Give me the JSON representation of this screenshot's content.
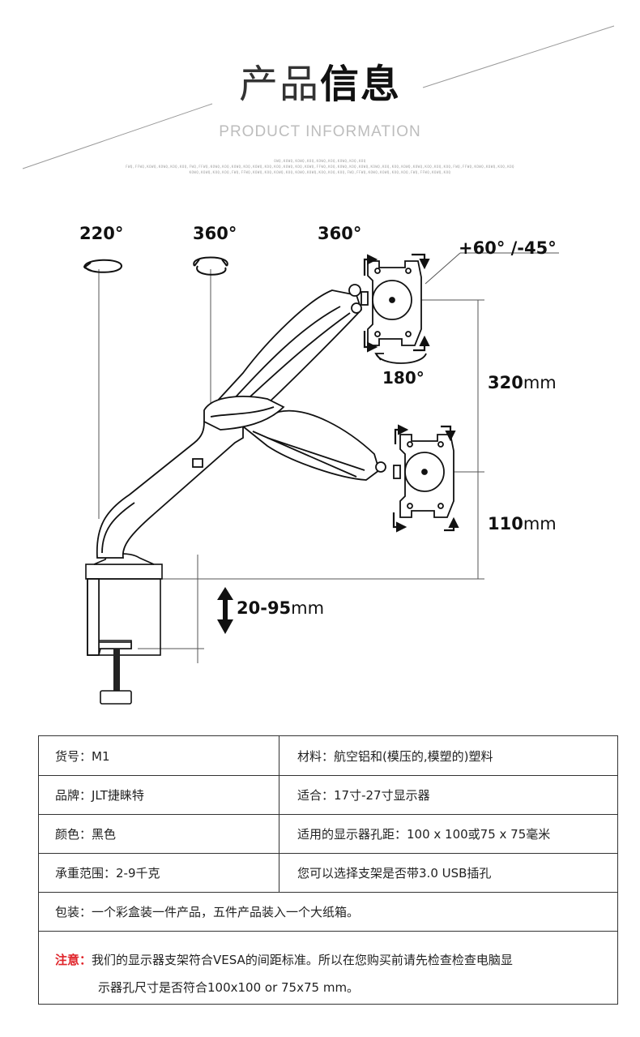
{
  "header": {
    "title_light": "产品",
    "title_bold": "信息",
    "subtitle": "PRODUCT INFORMATION",
    "micro_lines": [
      "OWQ,KOWQ,KOWQ,KOQ,KOWQ,KOQ,KOWQ,KOQ,KOQ",
      "FWQ,FFWQ,KOWQ,KOWQ,KOQ,KOQ,FWQ,FFWQ,KOWQ,KOQ,KOWQ,KOQ,KOWQ,KOQ,KOQ,KOWQ,KOQ,KOWQ,FFWQ,KOQ,KOWQ,KOQ,KOWQ,KOWQ,KOQ,KOQ,KOWQ,KOWQ,KOQ,KOQ,KOQ,FWQ,FFWQ,KOWQ,KOWQ,KOQ,KOQ",
      "KOWQ,KOWQ,KOQ,KOQ,FWQ,FFWQ,KOWQ,KOQ,KOWQ,KOQ,KOWQ,KOWQ,KOQ,KOQ,KOQ,FWQ,FFWQ,KOWQ,KOWQ,KOQ,KOQ,FWQ,FFWQ,KOWQ,KOQ"
    ]
  },
  "diagram": {
    "base_rotation": "220°",
    "arm_rotation": "360°",
    "head_rotation": "360°",
    "tilt": "+60° /-45°",
    "swivel": "180°",
    "upper_height_value": "320",
    "lower_height_value": "110",
    "clamp_range_value": "20-95",
    "unit": "mm"
  },
  "specs": {
    "rows": [
      {
        "left": "货号：M1",
        "right": "材料：航空铝和(模压的,模塑的)塑料"
      },
      {
        "left": "品牌：JLT捷睐特",
        "right": "适合：17寸-27寸显示器"
      },
      {
        "left": "颜色：黑色",
        "right": "适用的显示器孔距：100 x 100或75 x 75毫米"
      },
      {
        "left": "承重范围：2-9千克",
        "right": " 您可以选择支架是否带3.0 USB插孔"
      }
    ],
    "packaging": "包装：一个彩盒装一件产品，五件产品装入一个大纸箱。",
    "note_label": "注意：",
    "note_line1": "我们的显示器支架符合VESA的间距标准。所以在您购买前请先检查检查电脑显",
    "note_line2": "示器孔尺寸是否符合100x100 or 75x75 mm。"
  },
  "colors": {
    "note_red": "#e0242a",
    "subtitle_grey": "#bdbdbd",
    "line_dark": "#333333"
  }
}
